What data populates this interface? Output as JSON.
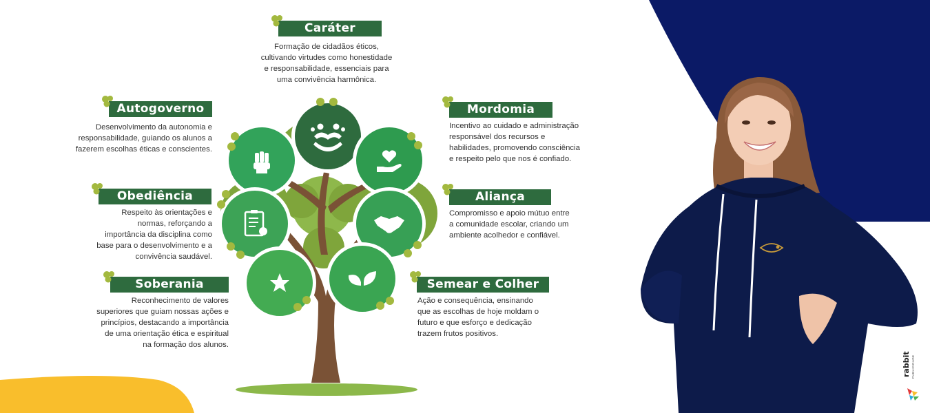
{
  "colors": {
    "dark_green": "#2e6b3e",
    "mid_green": "#2f9e52",
    "light_green": "#4caf50",
    "olive": "#9bb53a",
    "trunk": "#7a5236",
    "navy": "#0b1a66",
    "yellow": "#f9be2c"
  },
  "values": [
    {
      "title": "Caráter",
      "icon": "people-hands-icon",
      "description": "Formação de cidadãos éticos,\ncultivando virtudes como honestidade\ne responsabilidade, essenciais para\numa convivência harmônica."
    },
    {
      "title": "Autogoverno",
      "icon": "raised-fist-icon",
      "description": "Desenvolvimento da autonomia e\nresponsabilidade, guiando os alunos a\nfazerem escolhas éticas e conscientes."
    },
    {
      "title": "Mordomia",
      "icon": "heart-hand-icon",
      "description": "Incentivo ao cuidado e administração\nresponsável dos recursos e\nhabilidades, promovendo consciência\ne respeito pelo que nos é confiado."
    },
    {
      "title": "Obediência",
      "icon": "clipboard-check-icon",
      "description": "Respeito às orientações e\nnormas, reforçando a\nimportância da disciplina como\nbase para o desenvolvimento e a\nconvivência saudável."
    },
    {
      "title": "Aliança",
      "icon": "handshake-icon",
      "description": "Compromisso e apoio mútuo entre\na comunidade escolar, criando um\nambiente acolhedor e confiável."
    },
    {
      "title": "Soberania",
      "icon": "star-icon",
      "description": "Reconhecimento de valores\nsuperiores que guiam nossas ações e\nprincípios, destacando a importância\nde uma orientação ética e espiritual\nna formação dos alunos."
    },
    {
      "title": "Semear e Colher",
      "icon": "leaves-icon",
      "description": "Ação e consequência, ensinando\nque as escolhas de hoje moldam o\nfuturo e que esforço e dedicação\ntrazem frutos positivos."
    }
  ],
  "brand": {
    "name": "rabbit",
    "tagline": "PUBLICIDADE"
  }
}
